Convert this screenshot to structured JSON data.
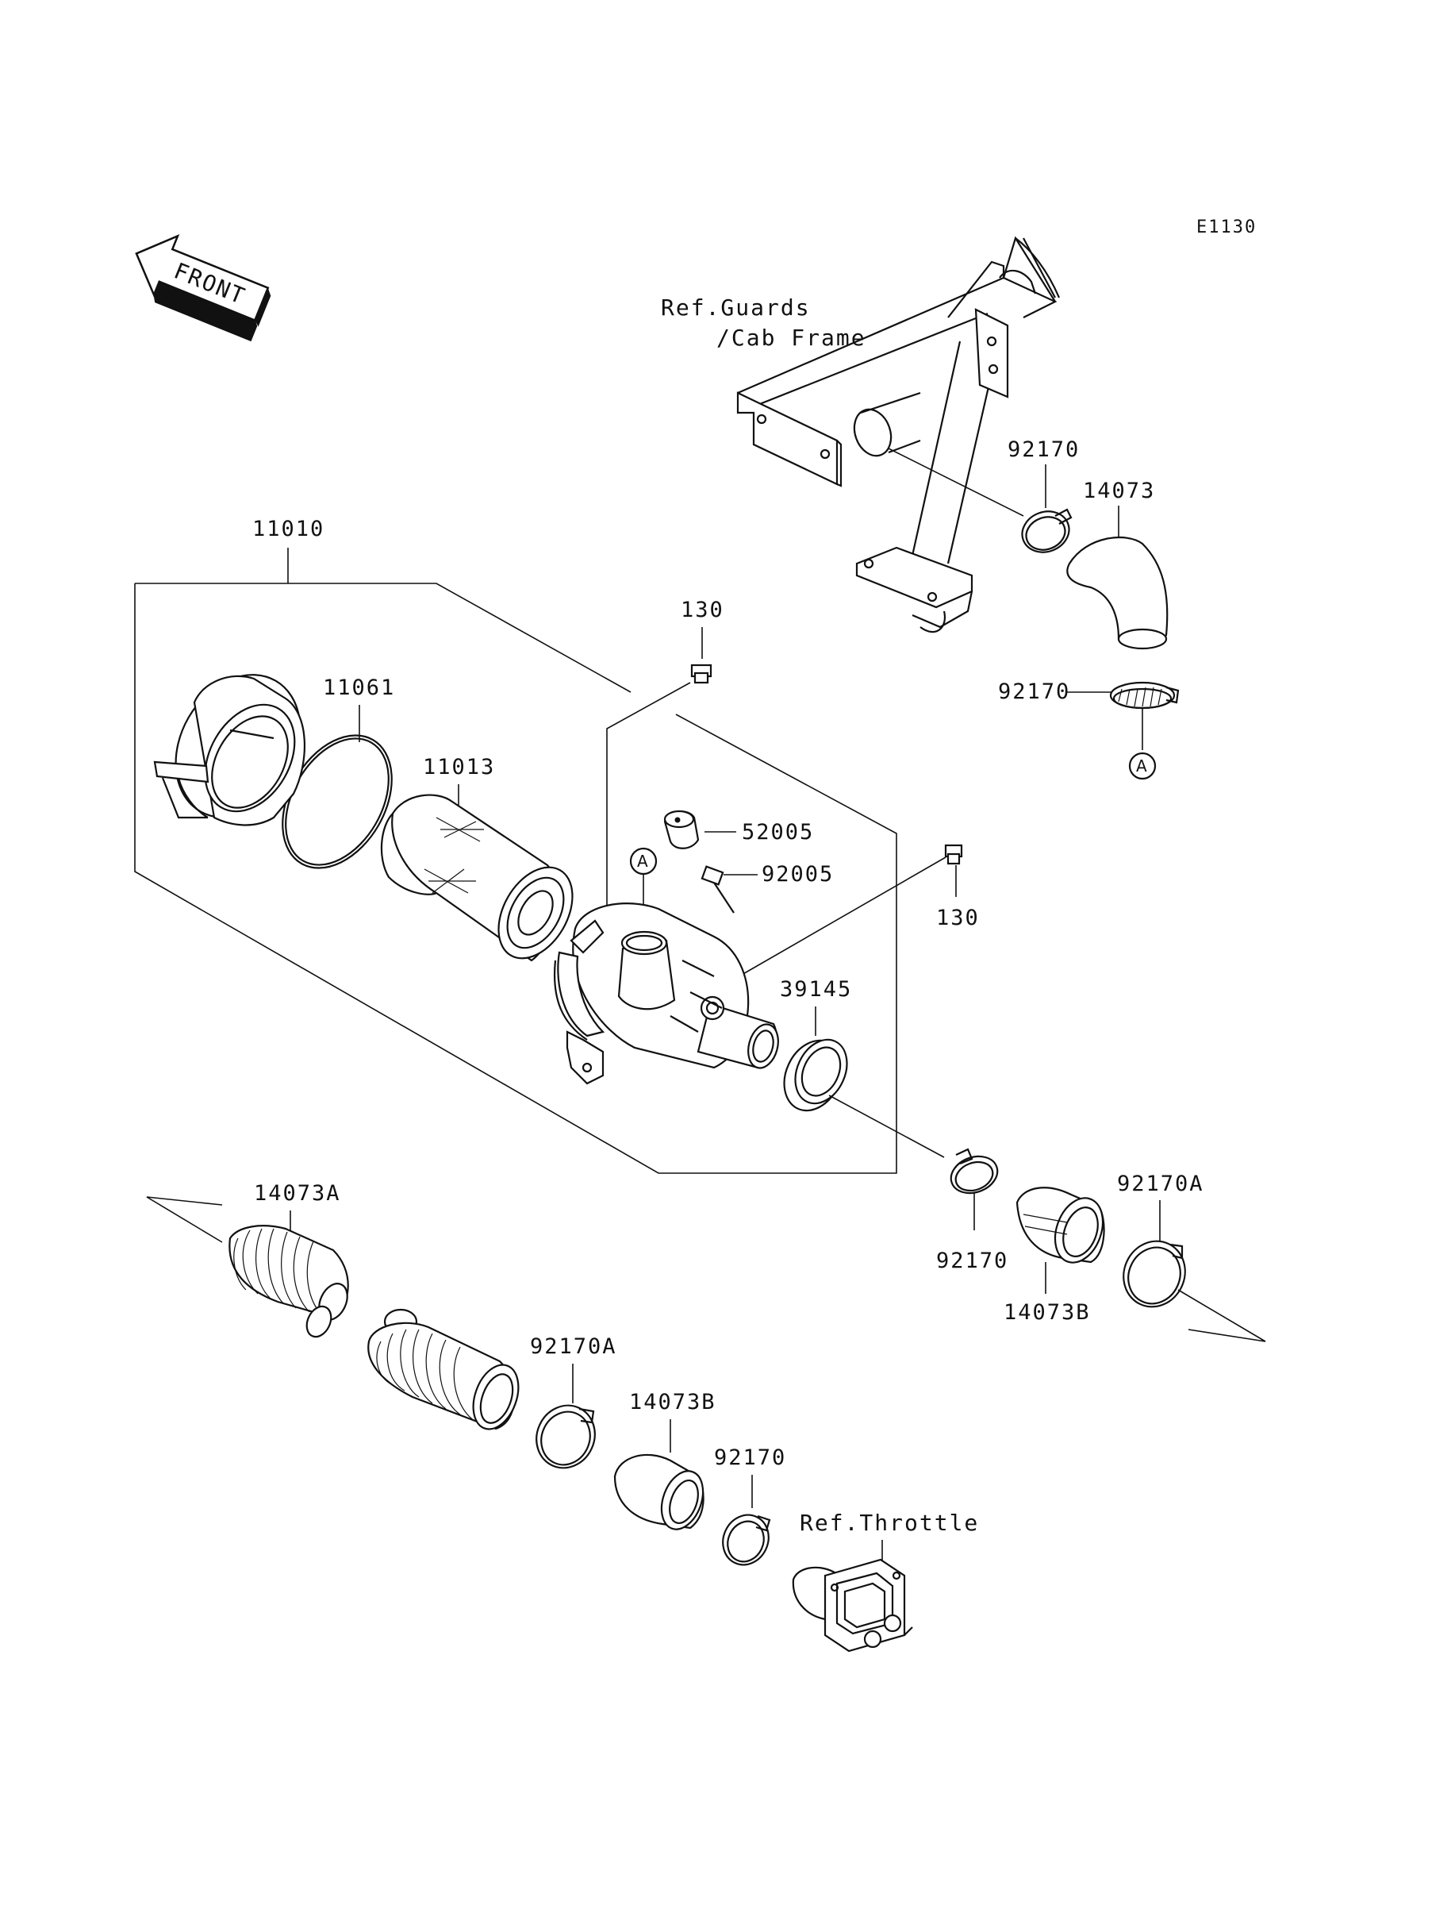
{
  "diagram_code": "E1130",
  "front_label": "FRONT",
  "references": {
    "guards_line1": "Ref.Guards",
    "guards_line2": "/Cab Frame",
    "throttle": "Ref.Throttle"
  },
  "connector_marker": "A",
  "parts": {
    "p11010": "11010",
    "p11061": "11061",
    "p11013": "11013",
    "p130_top": "130",
    "p130_right": "130",
    "p52005": "52005",
    "p92005": "92005",
    "p39145": "39145",
    "p92170_top": "92170",
    "p14073": "14073",
    "p92170_mid": "92170",
    "p92170_low": "92170",
    "p92170A_right": "92170A",
    "p14073B_right": "14073B",
    "p14073A": "14073A",
    "p92170A_low": "92170A",
    "p14073B_low": "14073B",
    "p92170_bottom": "92170"
  }
}
